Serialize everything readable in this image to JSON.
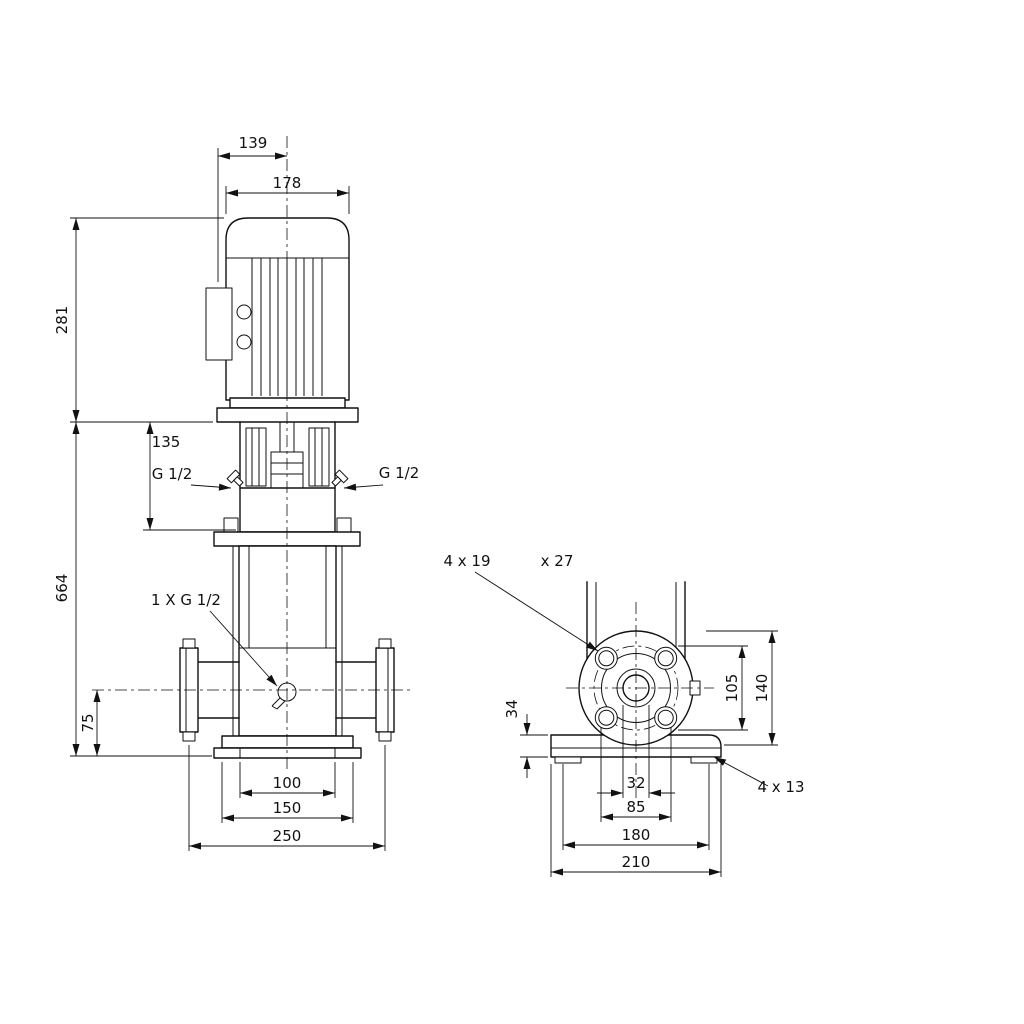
{
  "drawing_type": "pump-dimensional-drawing",
  "colors": {
    "line": "#111111",
    "background": "#ffffff"
  },
  "front": {
    "d139": "139",
    "d178": "178",
    "d281": "281",
    "d135": "135",
    "g_left": "G 1/2",
    "g_right": "G 1/2",
    "d664": "664",
    "drain": "1 X G 1/2",
    "d75": "75",
    "d100": "100",
    "d150": "150",
    "d250": "250"
  },
  "side": {
    "holes": "4 x 19",
    "holes_depth": "x 27",
    "d34": "34",
    "d105": "105",
    "d140": "140",
    "d32": "32",
    "d85": "85",
    "d180": "180",
    "d210": "210",
    "base_holes": "4 x 13"
  }
}
